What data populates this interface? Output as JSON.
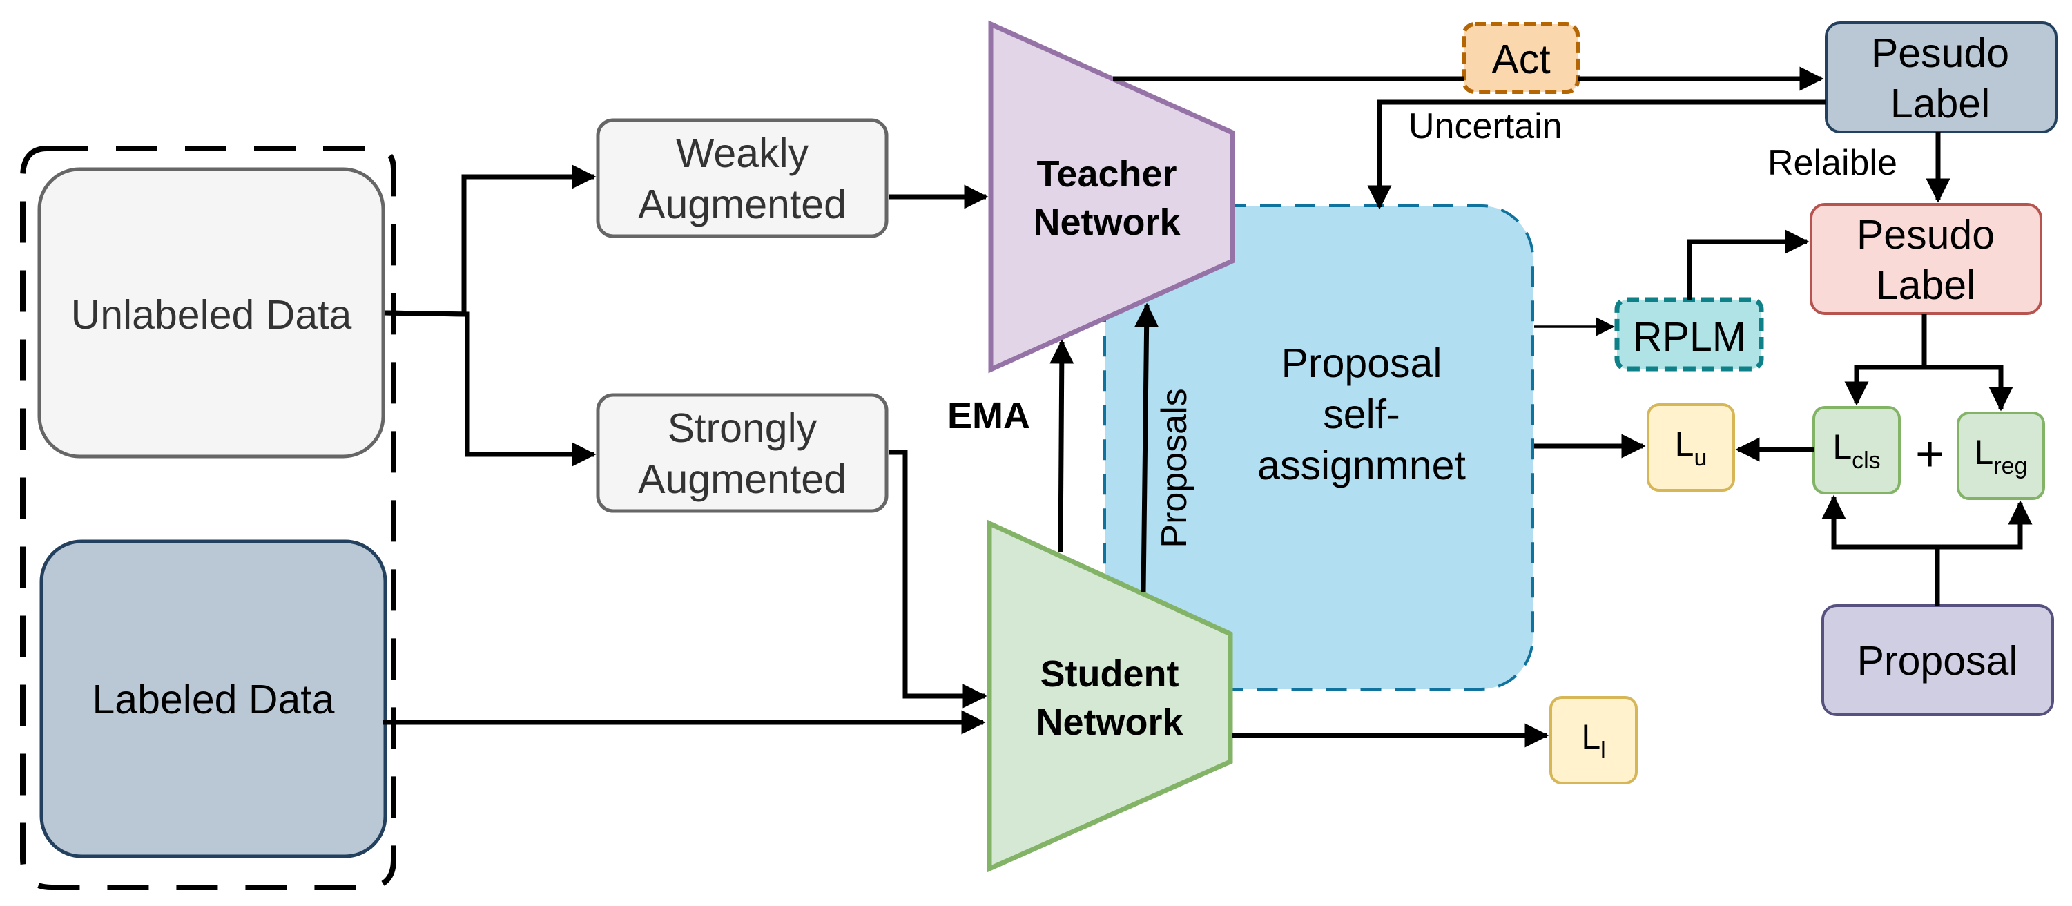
{
  "colors": {
    "unlabeled_fill": "#f5f5f5",
    "unlabeled_stroke": "#666666",
    "labeled_fill": "#b9c8d4",
    "labeled_stroke": "#23405e",
    "teacher_fill": "#e1d5e7",
    "teacher_stroke": "#9673a6",
    "student_fill": "#d5e8d4",
    "student_stroke": "#82b366",
    "proposal_region_fill": "#b1def0",
    "proposal_region_stroke": "#10739e",
    "act_fill": "#fad7ac",
    "act_stroke": "#b46504",
    "pseudo_top_fill": "#b9c8d4",
    "pseudo_reliable_fill": "#f9dad7",
    "pseudo_reliable_stroke": "#b85450",
    "rplm_fill": "#b0e3e6",
    "rplm_stroke": "#0e8088",
    "loss_fill": "#fff2cc",
    "loss_stroke": "#d6b656",
    "proposal_fill": "#d0cee2",
    "proposal_stroke": "#56517e"
  },
  "data_sources": {
    "unlabeled": "Unlabeled Data",
    "labeled": "Labeled Data"
  },
  "augmentation": {
    "weak": [
      "Weakly",
      "Augmented"
    ],
    "strong": [
      "Strongly",
      "Augmented"
    ]
  },
  "networks": {
    "teacher": [
      "Teacher",
      "Network"
    ],
    "student": [
      "Student",
      "Network"
    ],
    "ema": "EMA",
    "proposals_arrow": "Proposals"
  },
  "proposal_region": [
    "Proposal",
    "self-",
    "assignmnet"
  ],
  "act": "Act",
  "pseudo_label_top": [
    "Pesudo",
    "Label"
  ],
  "pseudo_label_reliable": [
    "Pesudo",
    "Label"
  ],
  "uncertain": "Uncertain",
  "reliable": "Relaible",
  "rplm": "RPLM",
  "losses": {
    "unsup": {
      "main": "L",
      "sub": "u"
    },
    "cls": {
      "main": "L",
      "sub": "cls"
    },
    "reg": {
      "main": "L",
      "sub": "reg"
    },
    "sup": {
      "main": "L",
      "sub": "l"
    },
    "plus": "+"
  },
  "proposal": "Proposal"
}
